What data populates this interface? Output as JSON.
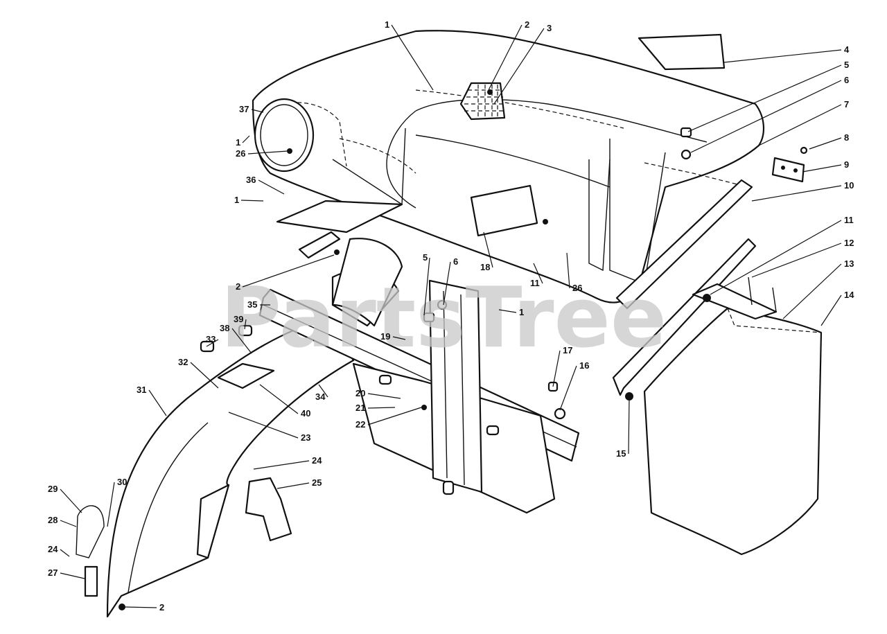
{
  "watermark": "PartsTree",
  "callouts": [
    {
      "id": "c1a",
      "text": "1"
    },
    {
      "id": "c2a",
      "text": "2"
    },
    {
      "id": "c3",
      "text": "3"
    },
    {
      "id": "c4",
      "text": "4"
    },
    {
      "id": "c5a",
      "text": "5"
    },
    {
      "id": "c6a",
      "text": "6"
    },
    {
      "id": "c7",
      "text": "7"
    },
    {
      "id": "c8",
      "text": "8"
    },
    {
      "id": "c9",
      "text": "9"
    },
    {
      "id": "c10",
      "text": "10"
    },
    {
      "id": "c11a",
      "text": "11"
    },
    {
      "id": "c12",
      "text": "12"
    },
    {
      "id": "c13",
      "text": "13"
    },
    {
      "id": "c14",
      "text": "14"
    },
    {
      "id": "c37",
      "text": "37"
    },
    {
      "id": "c1b",
      "text": "1"
    },
    {
      "id": "c26a",
      "text": "26"
    },
    {
      "id": "c36",
      "text": "36"
    },
    {
      "id": "c1c",
      "text": "1"
    },
    {
      "id": "c18",
      "text": "18"
    },
    {
      "id": "c11b",
      "text": "11"
    },
    {
      "id": "c26b",
      "text": "26"
    },
    {
      "id": "c2b",
      "text": "2"
    },
    {
      "id": "c5b",
      "text": "5"
    },
    {
      "id": "c6b",
      "text": "6"
    },
    {
      "id": "c1d",
      "text": "1"
    },
    {
      "id": "c35",
      "text": "35"
    },
    {
      "id": "c39",
      "text": "39"
    },
    {
      "id": "c38",
      "text": "38"
    },
    {
      "id": "c33",
      "text": "33"
    },
    {
      "id": "c19",
      "text": "19"
    },
    {
      "id": "c32",
      "text": "32"
    },
    {
      "id": "c31",
      "text": "31"
    },
    {
      "id": "c34",
      "text": "34"
    },
    {
      "id": "c20",
      "text": "20"
    },
    {
      "id": "c21",
      "text": "21"
    },
    {
      "id": "c40",
      "text": "40"
    },
    {
      "id": "c23",
      "text": "23"
    },
    {
      "id": "c22",
      "text": "22"
    },
    {
      "id": "c17",
      "text": "17"
    },
    {
      "id": "c16",
      "text": "16"
    },
    {
      "id": "c15",
      "text": "15"
    },
    {
      "id": "c24a",
      "text": "24"
    },
    {
      "id": "c25",
      "text": "25"
    },
    {
      "id": "c29",
      "text": "29"
    },
    {
      "id": "c30",
      "text": "30"
    },
    {
      "id": "c28",
      "text": "28"
    },
    {
      "id": "c24b",
      "text": "24"
    },
    {
      "id": "c27",
      "text": "27"
    },
    {
      "id": "c2c",
      "text": "2"
    }
  ]
}
